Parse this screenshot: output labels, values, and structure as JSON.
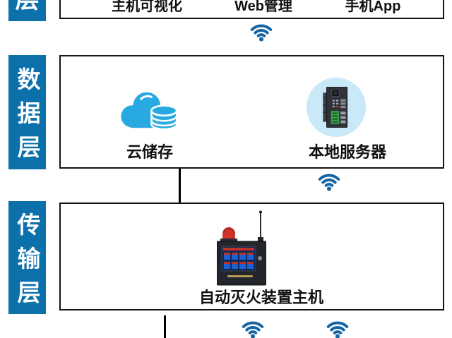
{
  "colors": {
    "layer_label_bg": "#0C70AA",
    "wifi": "#1565A5",
    "cloud": "#29A9E1",
    "server_circle_bg": "#C9E8F8",
    "box_border": "#141414"
  },
  "application_layer": {
    "visible_label": "层",
    "items": [
      "主机可视化",
      "Web管理",
      "手机App"
    ]
  },
  "data_layer": {
    "label": "数据层",
    "nodes": [
      {
        "label": "云储存",
        "icon": "cloud-database-icon"
      },
      {
        "label": "本地服务器",
        "icon": "industrial-server-icon"
      }
    ]
  },
  "transport_layer": {
    "label": "传输层",
    "nodes": [
      {
        "label": "自动灭火装置主机",
        "icon": "fire-suppression-controller-icon"
      }
    ]
  }
}
